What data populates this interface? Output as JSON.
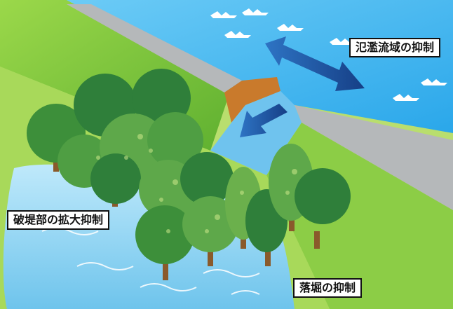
{
  "labels": {
    "flood_area": "氾濫流域の抑制",
    "breach_expansion": "破堤部の拡大抑制",
    "scour": "落堀の抑制"
  },
  "colors": {
    "river": "#3fb6f0",
    "river_light": "#a9e2fb",
    "embankment_top": "#b9bcbf",
    "grass": "#7cc63a",
    "grass_light": "#b8e070",
    "floodwater": "#8fd3f2",
    "tree_dark": "#2f7f3a",
    "tree_light": "#5ea84a",
    "arrow": "#1e5aa8",
    "breach_soil": "#c97a2c"
  },
  "icons": {
    "flow_arrow": "double-headed-arrow-icon",
    "breach_flow": "down-arrow-icon"
  }
}
